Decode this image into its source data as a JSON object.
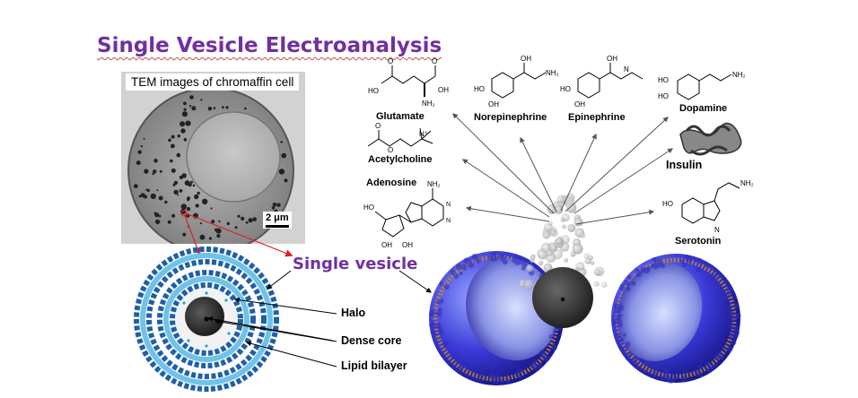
{
  "title": "Single Vesicle Electroanalysis",
  "tem": {
    "caption": "TEM images of chromaffin cell",
    "scale_bar": "2 μm"
  },
  "vesicle_label": "Single vesicle",
  "vesicle_parts": {
    "halo": "Halo",
    "dense_core": "Dense core",
    "lipid_bilayer": "Lipid bilayer"
  },
  "molecules": {
    "glutamate": "Glutamate",
    "norepinephrine": "Norepinephrine",
    "epinephrine": "Epinephrine",
    "dopamine": "Dopamine",
    "acetylcholine": "Acetylcholine",
    "adenosine": "Adenosine",
    "insulin": "Insulin",
    "serotonin": "Serotonin"
  },
  "colors": {
    "title": "#7030a0",
    "arrow_red": "#e02020",
    "vesicle_blue": "#1f5fa8",
    "membrane_blue": "#6fc3e8"
  }
}
